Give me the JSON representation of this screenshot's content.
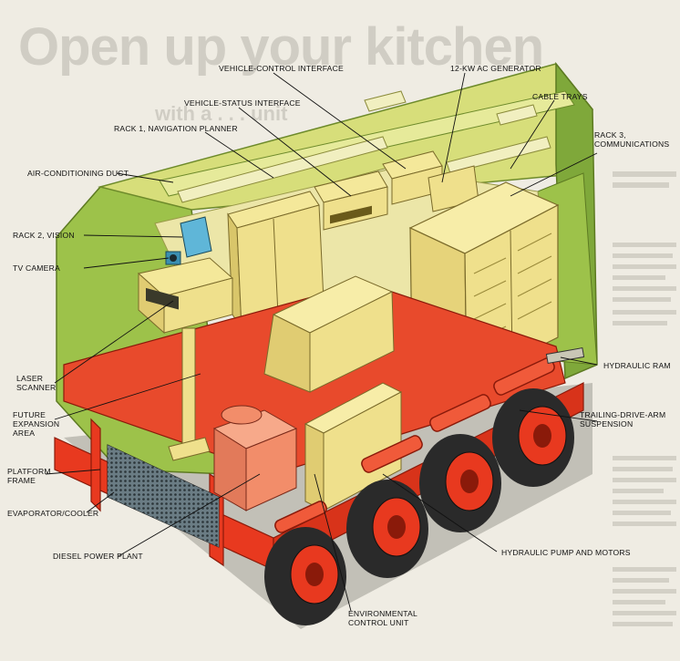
{
  "background": {
    "headline": "Open up your kitchen",
    "subhead": "with a . . . unit"
  },
  "labels": {
    "vehicle_control_interface": "VEHICLE-CONTROL INTERFACE",
    "ac_generator": "12-kW AC GENERATOR",
    "vehicle_status_interface": "VEHICLE-STATUS INTERFACE",
    "cable_trays": "CABLE TRAYS",
    "rack1_nav": "RACK 1, NAVIGATION PLANNER",
    "rack3_line1": "RACK 3,",
    "rack3_line2": "COMMUNICATIONS",
    "air_conditioning_duct": "AIR-CONDITIONING DUCT",
    "rack2_vision": "RACK 2, VISION",
    "tv_camera": "TV CAMERA",
    "hydraulic_ram": "HYDRAULIC RAM",
    "laser_line1": "LASER",
    "laser_line2": "SCANNER",
    "future_line1": "FUTURE",
    "future_line2": "EXPANSION",
    "future_line3": "AREA",
    "trailing_line1": "TRAILING-DRIVE-ARM",
    "trailing_line2": "SUSPENSION",
    "platform_line1": "PLATFORM",
    "platform_line2": "FRAME",
    "evaporator_cooler": "EVAPORATOR/COOLER",
    "diesel_power_plant": "DIESEL POWER PLANT",
    "hydraulic_pump_motors": "HYDRAULIC PUMP AND MOTORS",
    "env_line1": "ENVIRONMENTAL",
    "env_line2": "CONTROL UNIT"
  },
  "colors": {
    "shell_light": "#d7de7a",
    "shell_green": "#9dc24a",
    "shell_dark": "#7fa83a",
    "frame_red": "#e8391f",
    "box_yellow": "#efe08c",
    "box_shade": "#d9c66a",
    "tire": "#2a2a2a",
    "camera": "#5fb6d8"
  }
}
